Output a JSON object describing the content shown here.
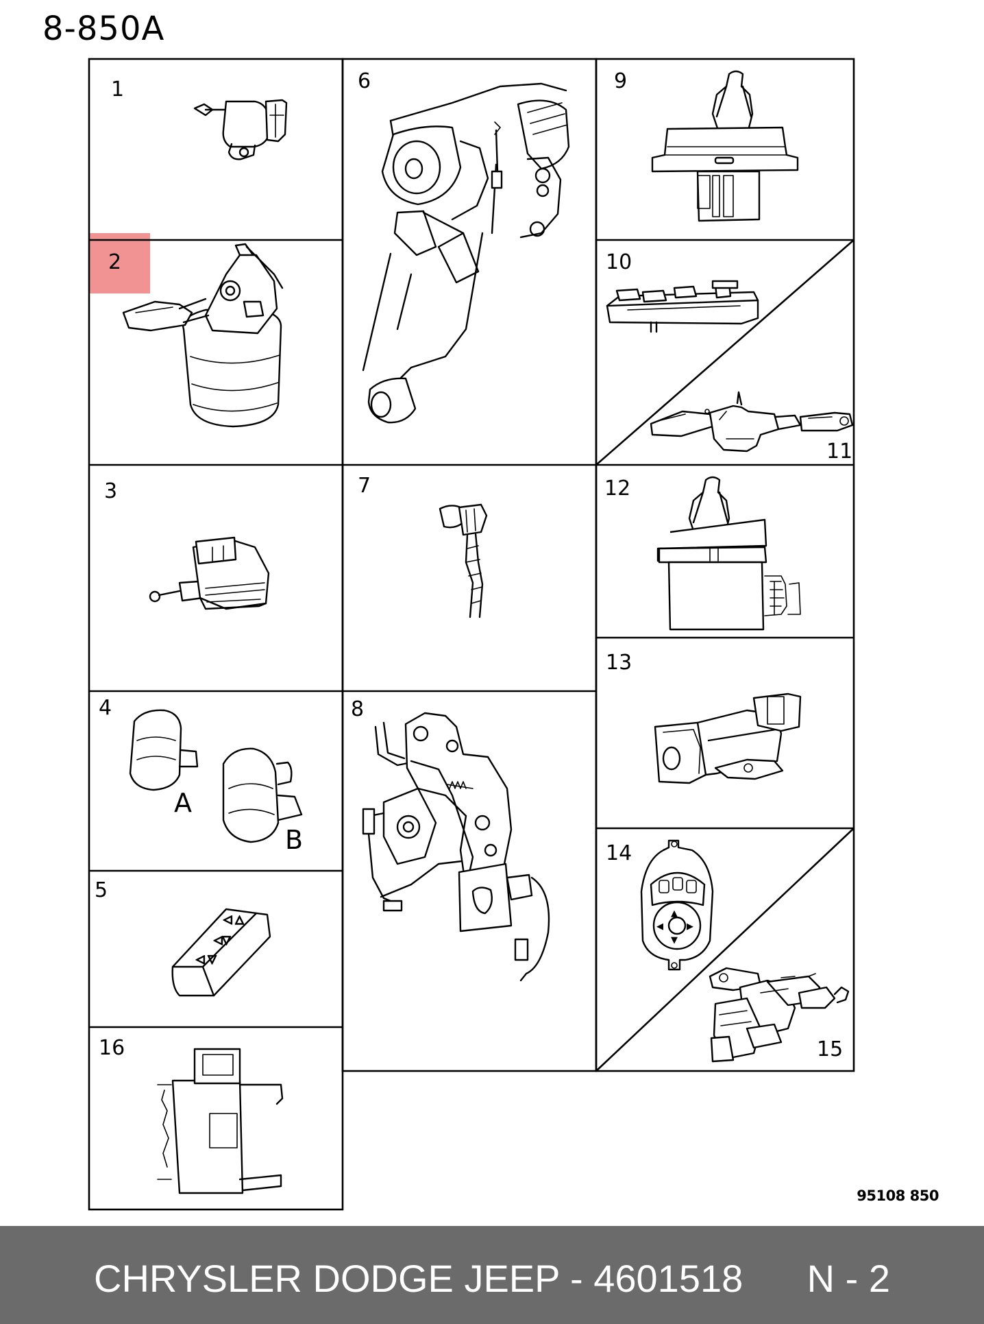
{
  "diagram": {
    "title": "8-850A",
    "drawing_code": "95108  850",
    "highlighted_part": "2",
    "highlight_color": "#f08080",
    "callouts": {
      "p1": "1",
      "p2": "2",
      "p3": "3",
      "p4": "4",
      "p5": "5",
      "p6": "6",
      "p7": "7",
      "p8": "8",
      "p9": "9",
      "p10": "10",
      "p11": "11",
      "p12": "12",
      "p13": "13",
      "p14": "14",
      "p15": "15",
      "p16": "16",
      "variant_a": "A",
      "variant_b": "B"
    }
  },
  "footer": {
    "text": "CHRYSLER DODGE JEEP - 4601518      N - 2",
    "background": "#6b6b6b"
  }
}
